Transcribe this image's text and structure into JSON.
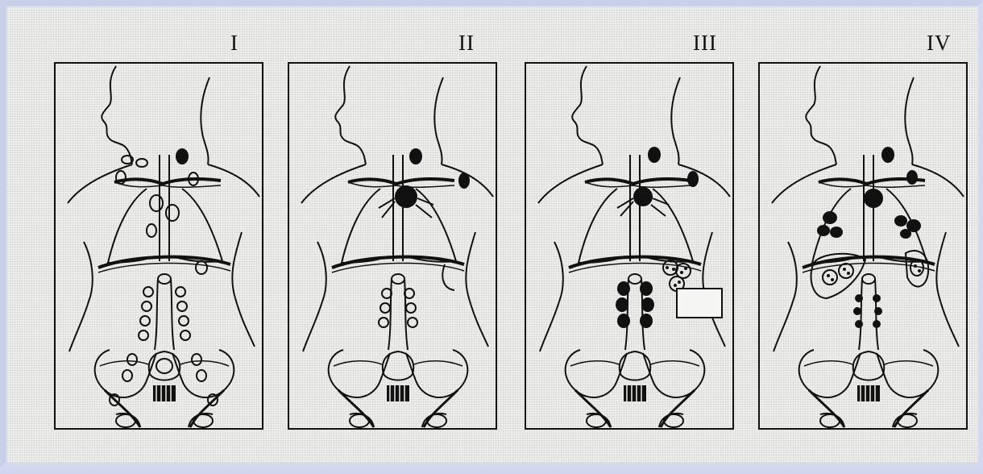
{
  "panels": [
    {
      "id": "stage-1",
      "label": "I"
    },
    {
      "id": "stage-2",
      "label": "II"
    },
    {
      "id": "stage-3",
      "label": "III"
    },
    {
      "id": "stage-4",
      "label": "IV"
    }
  ],
  "colors": {
    "ink": "#111111",
    "paper": "#efefed",
    "frame": "#c9d0ea"
  }
}
